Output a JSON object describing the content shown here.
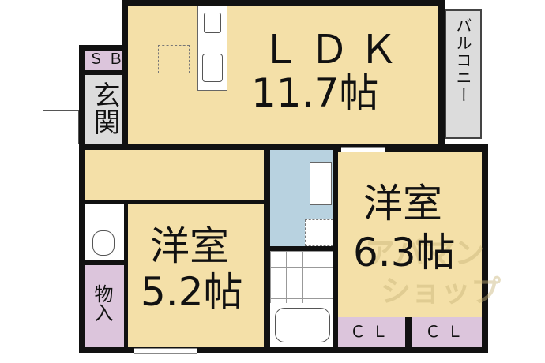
{
  "rooms": {
    "ldk": {
      "name": "ＬＤＫ",
      "size": "11.7帖"
    },
    "balcony": {
      "name": "バルコニー"
    },
    "sb": {
      "name": "ＳＢ"
    },
    "genkan": {
      "name": "玄関"
    },
    "western1": {
      "name": "洋室",
      "size": "5.2帖"
    },
    "western2": {
      "name": "洋室",
      "size": "6.3帖"
    },
    "storage": {
      "name": "物入"
    },
    "closet1": {
      "name": "ＣＬ"
    },
    "closet2": {
      "name": "ＣＬ"
    }
  },
  "watermark": {
    "line1": "アパマン",
    "line2": "ショップ"
  },
  "colors": {
    "floor": "#f4e0a8",
    "wall": "#111111",
    "storage": "#dcc5dc",
    "wet": "#b8d2e0"
  }
}
